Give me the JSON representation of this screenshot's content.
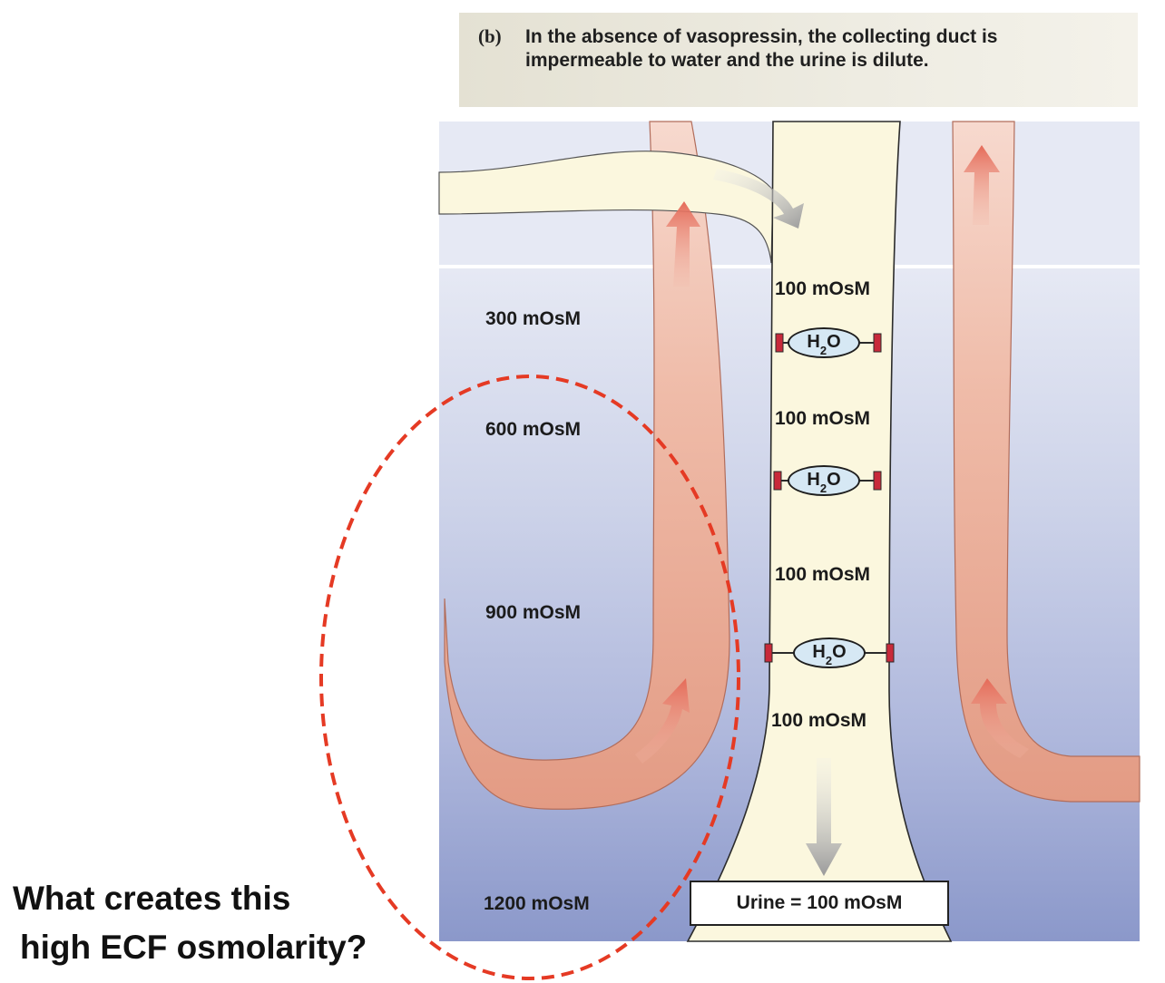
{
  "caption": {
    "tag": "(b)",
    "text": "In the absence of vasopressin, the collecting duct is impermeable to water and the urine is dilute."
  },
  "interstitial_labels": [
    "300 mOsM",
    "600 mOsM",
    "900 mOsM",
    "1200 mOsM"
  ],
  "duct_labels": [
    "100 mOsM",
    "100 mOsM",
    "100 mOsM",
    "100 mOsM"
  ],
  "water_channel_label": "H2O",
  "urine_label": "Urine = 100 mOsM",
  "question": {
    "line1": "What creates this",
    "line2": "high ECF osmolarity?"
  },
  "colors": {
    "interstitium_top": "#e4e8f4",
    "interstitium_bottom": "#8d9acb",
    "tubule": "#e7a08a",
    "duct": "#fbf7de",
    "arrow": "#e8786a",
    "highlight_ellipse": "#e53a24",
    "water_channel": "#d6e8f4",
    "channel_block": "#c8293a"
  }
}
